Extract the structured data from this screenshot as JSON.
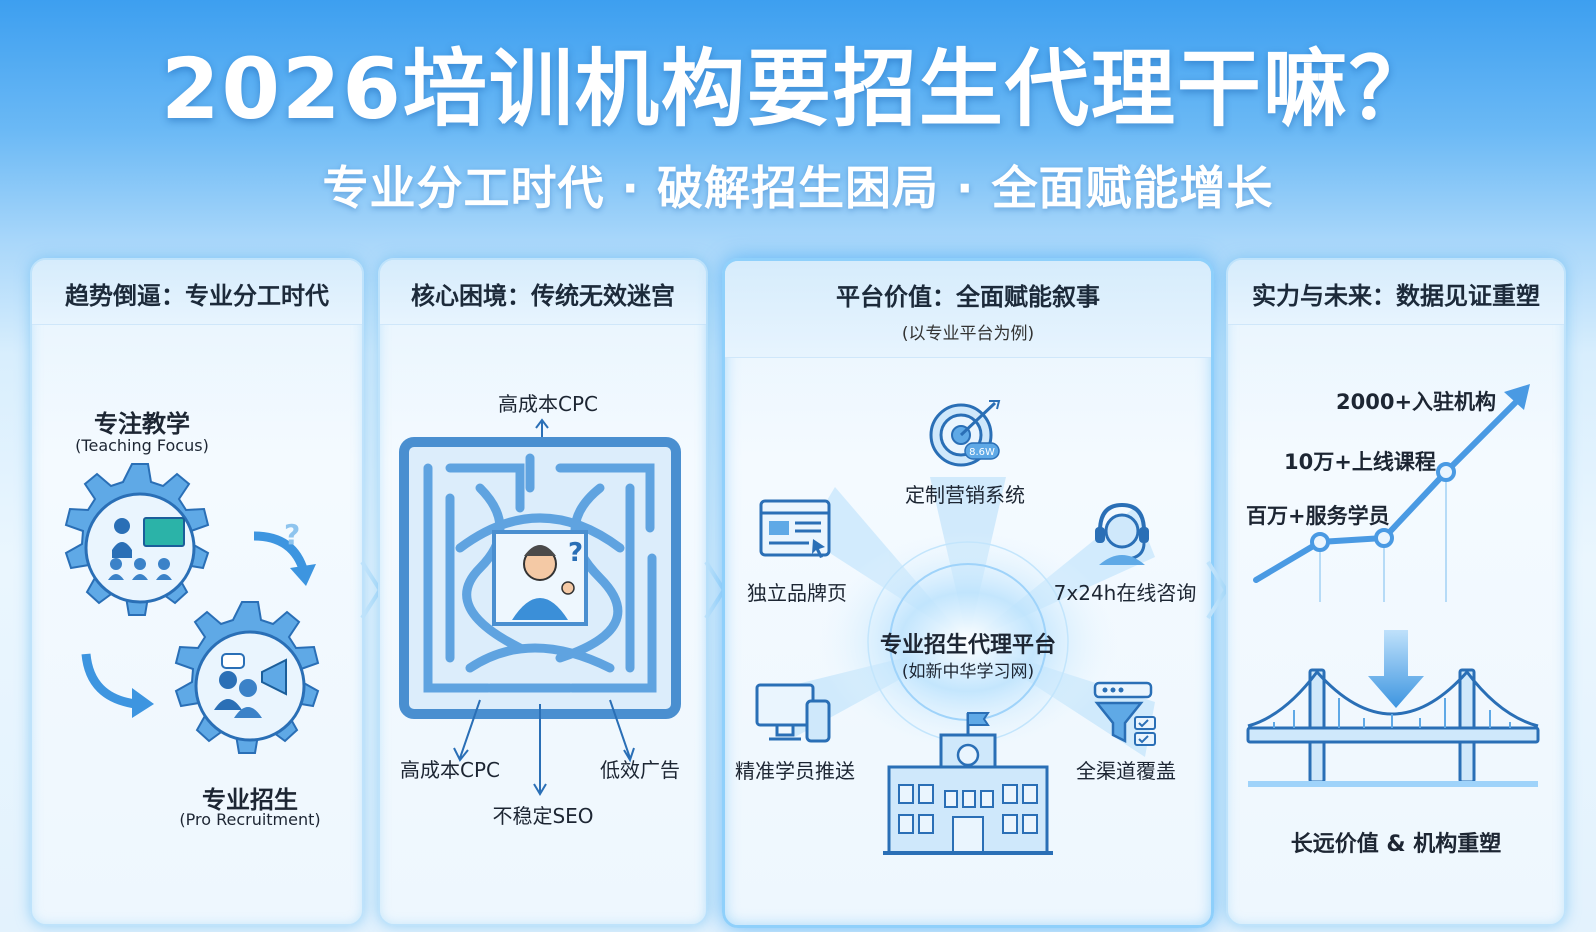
{
  "header": {
    "title": "2026培训机构要招生代理干嘛？",
    "subtitle": "专业分工时代 · 破解招生困局 · 全面赋能增长"
  },
  "panels": {
    "trend": {
      "title": "趋势倒逼：专业分工时代",
      "focus_label": "专注教学",
      "focus_en": "(Teaching Focus)",
      "recruit_label": "专业招生",
      "recruit_en": "(Pro Recruitment)",
      "question_mark": "?"
    },
    "dilemma": {
      "title": "核心困境：传统无效迷宫",
      "exit_top": "高成本CPC",
      "exit_bottom_left": "高成本CPC",
      "exit_bottom_center": "不稳定SEO",
      "exit_bottom_right": "低效广告",
      "question_mark": "?"
    },
    "platform": {
      "title": "平台价值：全面赋能叙事",
      "subtitle": "(以专业平台为例)",
      "center_label": "专业招生代理平台",
      "center_sub": "(如新中华学习网)",
      "features": {
        "marketing": "定制营销系统",
        "brand_page": "独立品牌页",
        "consult": "7x24h在线咨询",
        "push": "精准学员推送",
        "coverage": "全渠道覆盖"
      },
      "target_badge": "8.6W"
    },
    "strength": {
      "title": "实力与未来：数据见证重塑",
      "stats": {
        "institutions": "2000+入驻机构",
        "courses": "10万+上线课程",
        "students": "百万+服务学员"
      },
      "footer": "长远价值 & 机构重塑"
    }
  },
  "colors": {
    "accent": "#2f8ee6",
    "icon_stroke": "#2a6fb6",
    "icon_fill": "#cfe8fb",
    "dark_text": "#1d2633"
  }
}
